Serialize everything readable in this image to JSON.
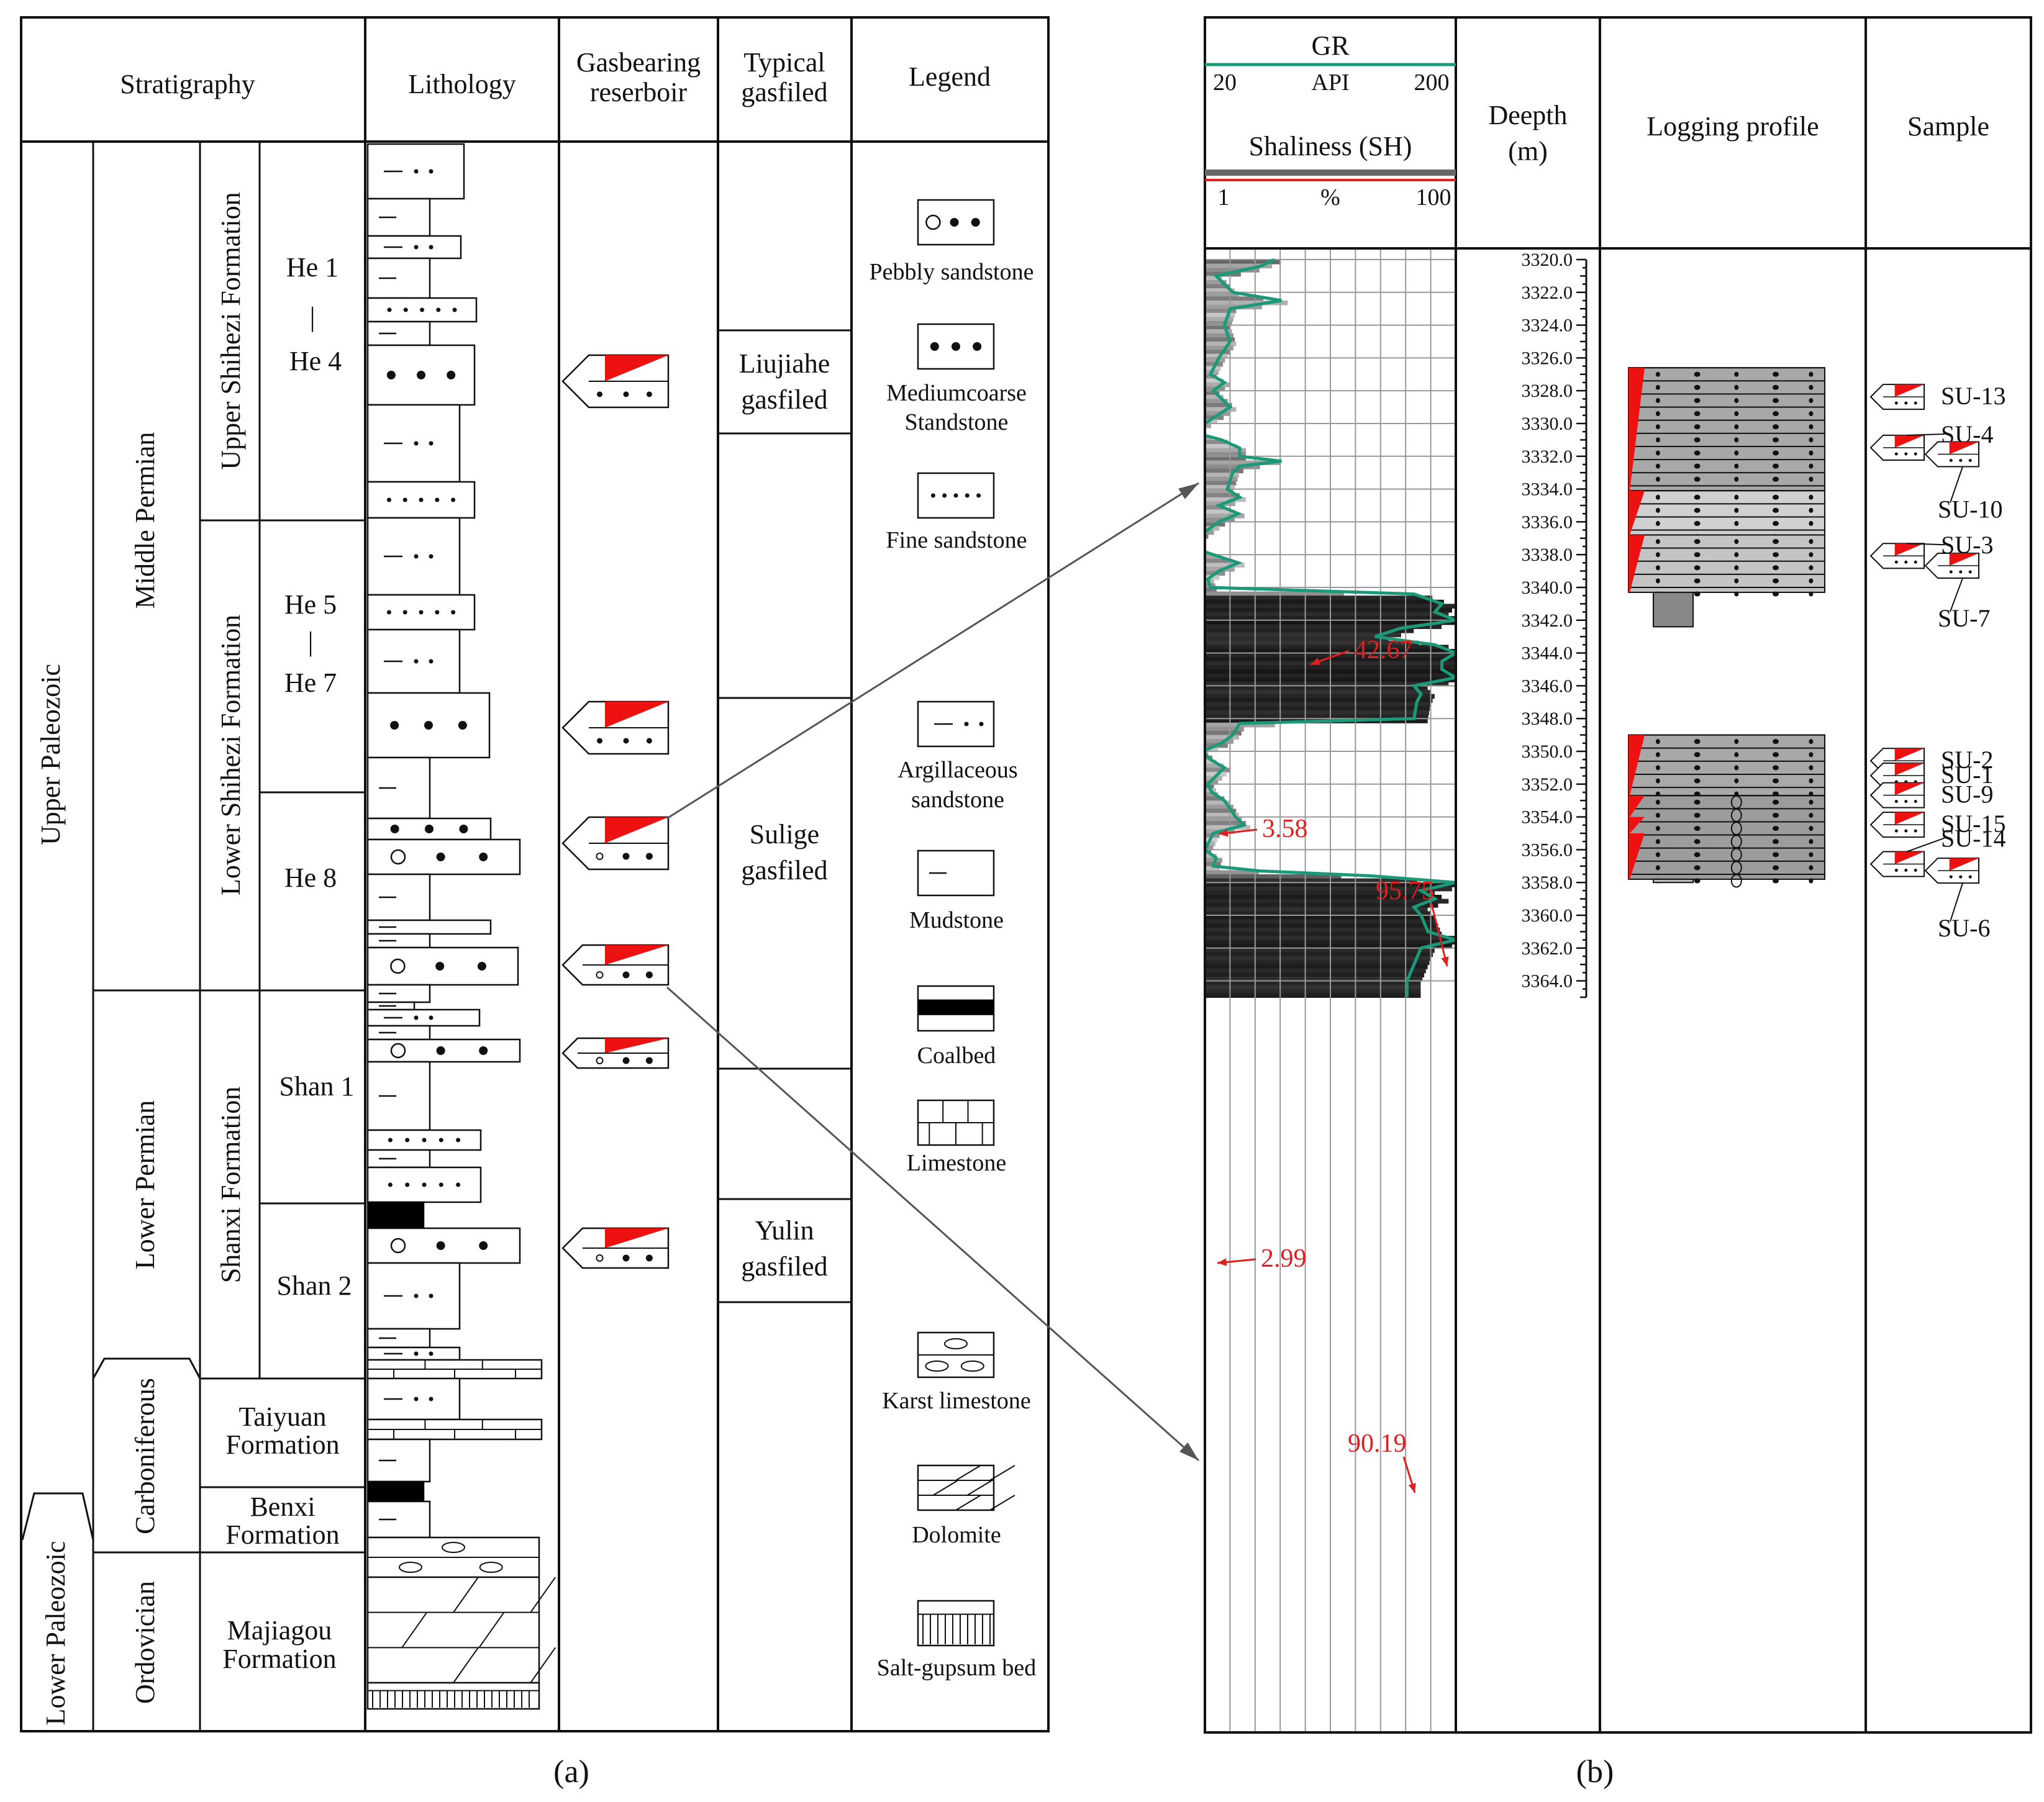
{
  "panel_a": {
    "caption": "(a)",
    "headers": {
      "stratigraphy": "Stratigraphy",
      "lithology": "Lithology",
      "gas_line1": "Gasbearing",
      "gas_line2": "reserboir",
      "typical_line1": "Typical",
      "typical_line2": "gasfiled",
      "legend": "Legend"
    },
    "erathems": [
      {
        "id": "upper",
        "label": "Upper Paleozoic"
      },
      {
        "id": "lower",
        "label": "Lower  Paleozoic"
      }
    ],
    "systems": [
      {
        "id": "mp",
        "label": "Middle Permian"
      },
      {
        "id": "lp",
        "label": "Lower Permian"
      },
      {
        "id": "cb",
        "label": "Carboniferous"
      },
      {
        "id": "ord",
        "label": "Ordovician"
      }
    ],
    "formations": [
      {
        "id": "ush",
        "label": "Upper Shihezi Formation"
      },
      {
        "id": "lsh",
        "label": "Lower Shihezi Formation"
      },
      {
        "id": "shx",
        "label": "Shanxi Formation"
      },
      {
        "id": "ty",
        "line1": "Taiyuan",
        "line2": "Formation"
      },
      {
        "id": "bx",
        "line1": "Benxi",
        "line2": "Formation"
      },
      {
        "id": "mj",
        "line1": "Majiagou",
        "line2": "Formation"
      }
    ],
    "members": [
      {
        "id": "he14",
        "top": "He 1",
        "sep": "|",
        "bottom": "He 4"
      },
      {
        "id": "he57",
        "top": "He 5",
        "sep": "|",
        "bottom": "He 7"
      },
      {
        "id": "he8",
        "label": "He 8"
      },
      {
        "id": "shan1",
        "label": "Shan 1"
      },
      {
        "id": "shan2",
        "label": "Shan 2"
      }
    ],
    "gasfields": [
      {
        "id": "liujiahe",
        "line1": "Liujiahe",
        "line2": "gasfiled"
      },
      {
        "id": "sulige",
        "line1": "Sulige",
        "line2": "gasfiled"
      },
      {
        "id": "yulin",
        "line1": "Yulin",
        "line2": "gasfiled"
      }
    ],
    "legend": [
      {
        "id": "pebbly",
        "lines": [
          "Pebbly sandstone"
        ]
      },
      {
        "id": "medium",
        "lines": [
          "Mediumcoarse",
          "Standstone"
        ]
      },
      {
        "id": "fine",
        "lines": [
          "Fine sandstone"
        ]
      },
      {
        "id": "argil",
        "lines": [
          "Argillaceous",
          "sandstone"
        ]
      },
      {
        "id": "mud",
        "lines": [
          "Mudstone"
        ]
      },
      {
        "id": "coal",
        "lines": [
          "Coalbed"
        ]
      },
      {
        "id": "lime",
        "lines": [
          "Limestone"
        ]
      },
      {
        "id": "karst",
        "lines": [
          "Karst limestone"
        ]
      },
      {
        "id": "dolo",
        "lines": [
          "Dolomite"
        ]
      },
      {
        "id": "salt",
        "lines": [
          "Salt-gupsum bed"
        ]
      }
    ]
  },
  "panel_b": {
    "caption": "(b)",
    "gr": {
      "label": "GR",
      "unit": "API",
      "min": "20",
      "max": "200",
      "color": "#1a9a78"
    },
    "sh": {
      "label": "Shaliness (SH)",
      "unit": "%",
      "min": "1",
      "max": "100",
      "color": "#e02020"
    },
    "depth_header": {
      "line1": "Deepth",
      "line2": "(m)"
    },
    "logging_header": "Logging profile",
    "sample_header": "Sample",
    "depth_ticks": [
      "3320.0",
      "3322.0",
      "3324.0",
      "3326.0",
      "3328.0",
      "3330.0",
      "3332.0",
      "3334.0",
      "3336.0",
      "3338.0",
      "3340.0",
      "3342.0",
      "3344.0",
      "3346.0",
      "3348.0",
      "3350.0",
      "3352.0",
      "3354.0",
      "3356.0",
      "3358.0",
      "3360.0",
      "3362.0",
      "3364.0"
    ],
    "annotations": [
      "42.67",
      "3.58",
      "95.75",
      "2.99",
      "90.19"
    ],
    "samples": [
      {
        "id": "SU-13",
        "depth": 3328.3
      },
      {
        "id": "SU-4",
        "depth": 3331.4
      },
      {
        "id": "SU-10",
        "depth": 3331.8
      },
      {
        "id": "SU-3",
        "depth": 3338.0
      },
      {
        "id": "SU-7",
        "depth": 3338.6
      },
      {
        "id": "SU-2",
        "depth": 3350.5
      },
      {
        "id": "SU-1",
        "depth": 3351.4
      },
      {
        "id": "SU-9",
        "depth": 3352.6
      },
      {
        "id": "SU-15",
        "depth": 3354.4
      },
      {
        "id": "SU-14",
        "depth": 3356.8
      },
      {
        "id": "SU-6",
        "depth": 3357.2
      }
    ]
  }
}
